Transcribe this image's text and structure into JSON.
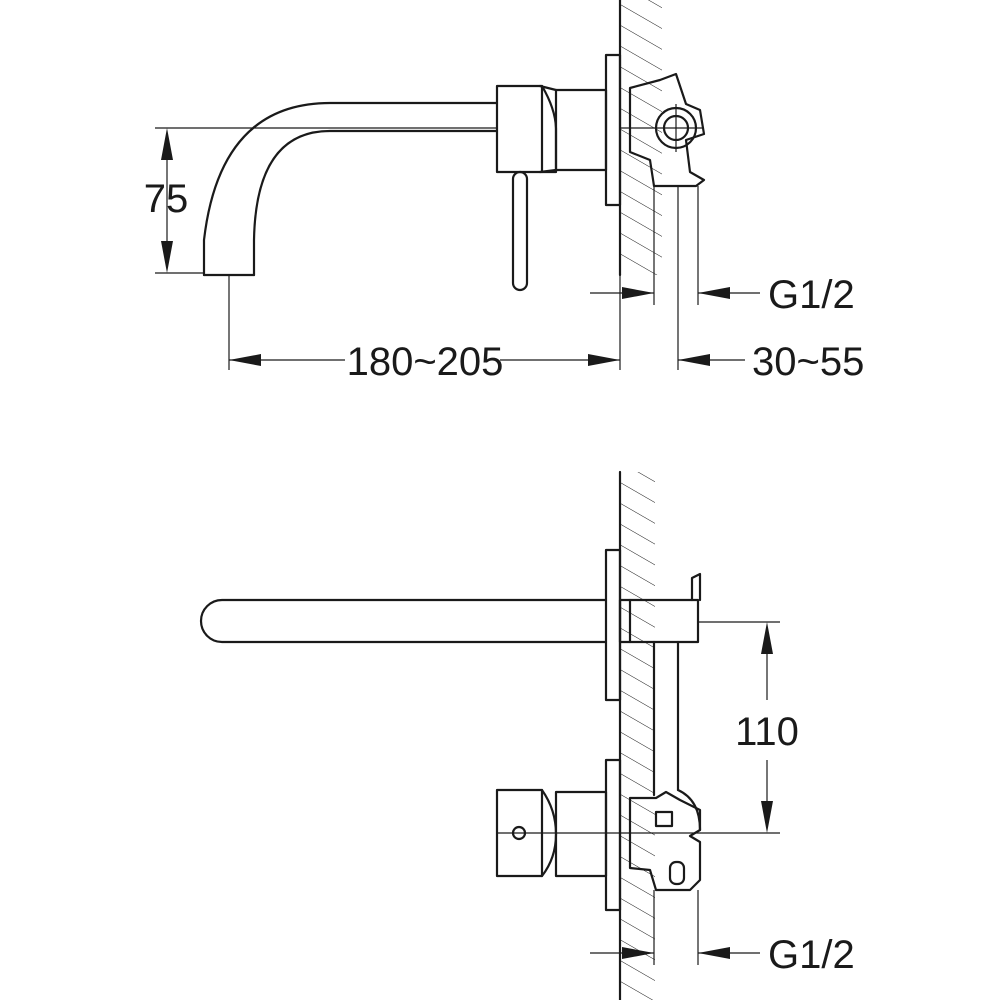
{
  "top_view": {
    "dim_spout_height": "75",
    "dim_projection": "180~205",
    "dim_wall_depth": "30~55",
    "dim_inlet": "G1/2"
  },
  "bottom_view": {
    "dim_vertical_spacing": "110",
    "dim_inlet": "G1/2"
  }
}
